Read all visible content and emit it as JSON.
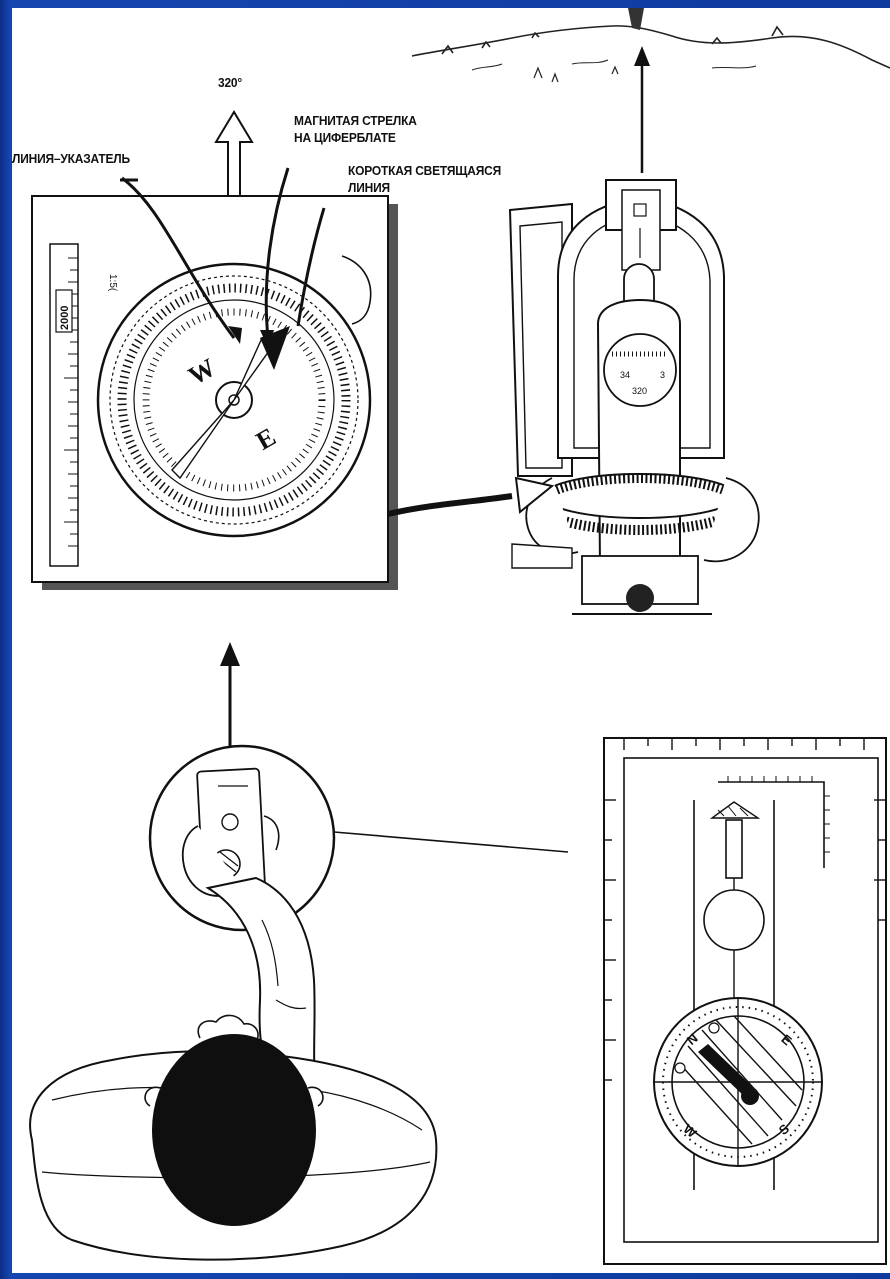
{
  "labels": {
    "heading": "320°",
    "index_line": "ЛИНИЯ–УКАЗАТЕЛЬ",
    "magnetic_arrow_line1": "МАГНИТАЯ СТРЕЛКА",
    "magnetic_arrow_line2": "НА ЦИФЕРБЛАТЕ",
    "luminous_line_line1": "КОРОТКАЯ СВЕТЯЩАЯСЯ",
    "luminous_line_line2": "ЛИНИЯ"
  },
  "scale": {
    "ruler_number": "2000",
    "ratio_text": "1:5("
  },
  "lensatic_dial": {
    "values": [
      "34",
      "320",
      "3"
    ]
  },
  "compass_letters": {
    "top_dial": [
      "W",
      "E"
    ],
    "baseplate_dial": [
      "N",
      "E",
      "S",
      "W"
    ]
  },
  "colors": {
    "slide_background": "#1546b0",
    "panel": "#ffffff",
    "ink": "#111111"
  }
}
